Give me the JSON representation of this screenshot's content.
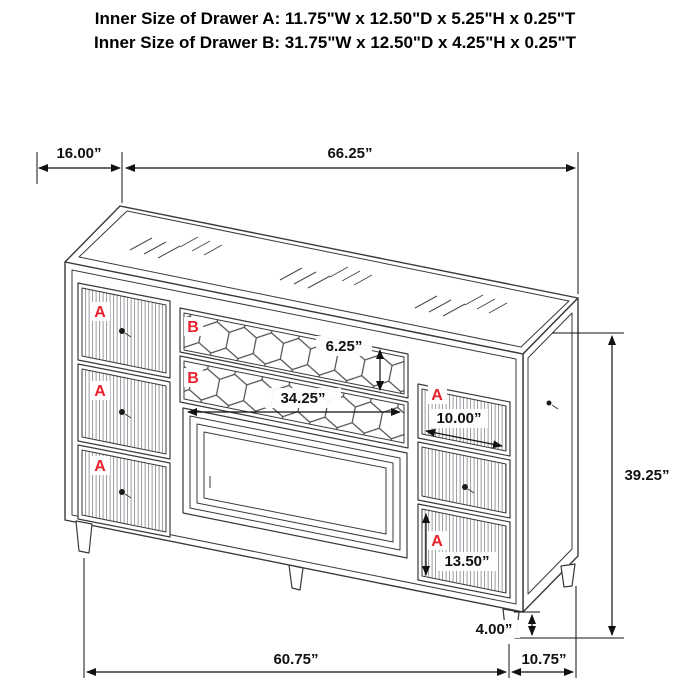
{
  "header": {
    "line1": "Inner Size of Drawer A: 11.75\"W x 12.50\"D x 5.25\"H x 0.25\"T",
    "line2": "Inner Size of Drawer B: 31.75\"W x 12.50\"D x 4.25\"H x 0.25\"T"
  },
  "diagram": {
    "dimensions": {
      "top_depth": "16.00”",
      "top_width": "66.25”",
      "drawer_b_front_height": "6.25”",
      "drawer_b_front_width": "34.25”",
      "drawer_a_right_width": "10.00”",
      "overall_height": "39.25”",
      "bottom_drawer_front_height": "13.50”",
      "leg_height": "4.00”",
      "base_width": "60.75”",
      "base_depth": "10.75”"
    },
    "drawer_labels": {
      "a": "A",
      "b": "B"
    },
    "colors": {
      "outline": "#3a3a3a",
      "dimension_text": "#111111",
      "label_red": "#e8212b",
      "background": "#ffffff"
    }
  }
}
